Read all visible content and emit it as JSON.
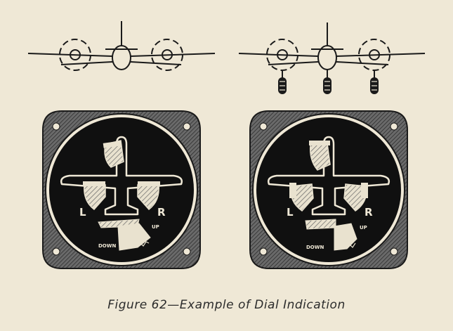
{
  "caption": "Figure 62—Example of Dial Indication",
  "gauges": [
    {
      "left_label": "L",
      "right_label": "R",
      "up_label": "UP",
      "down_label": "DOWN"
    },
    {
      "left_label": "L",
      "right_label": "R",
      "up_label": "UP",
      "down_label": "DOWN"
    }
  ],
  "colors": {
    "paper": "#efe8d6",
    "ink": "#1a1a1a",
    "dial_face": "#101010",
    "bezel": "#4a4a4a"
  }
}
